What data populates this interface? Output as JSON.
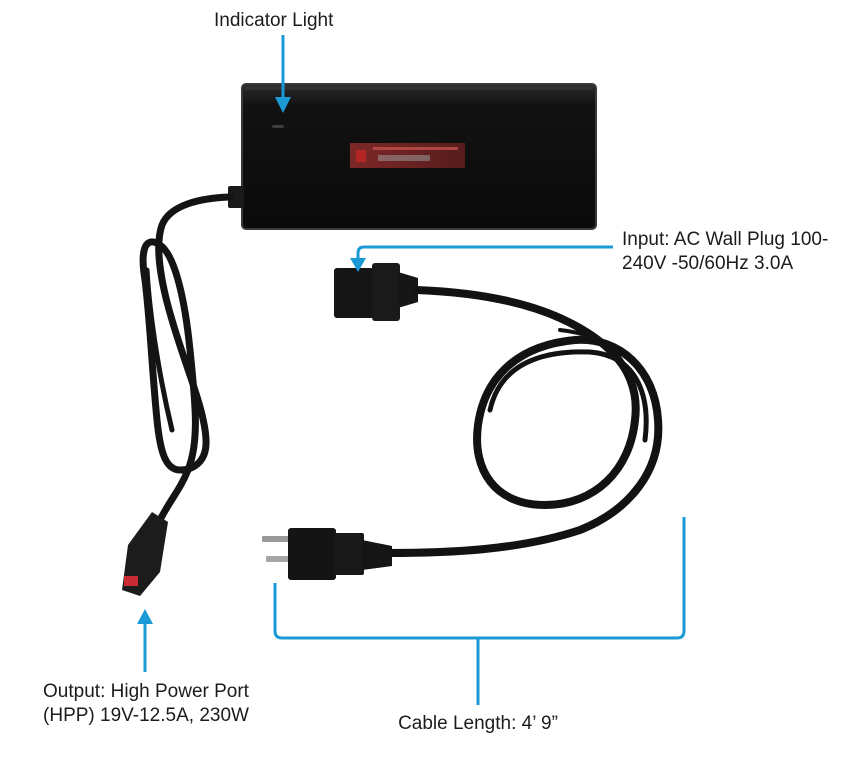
{
  "diagram": {
    "subject": "Power adapter with AC power cord",
    "accent_color": "#1b9ad6",
    "callouts": {
      "indicator": {
        "label": "Indicator Light"
      },
      "input": {
        "line1": "Input: AC Wall Plug 100-",
        "line2": "240V -50/60Hz 3.0A"
      },
      "output": {
        "line1": "Output: High Power Port",
        "line2": "(HPP) 19V-12.5A, 230W"
      },
      "cable": {
        "label": "Cable Length: 4’ 9”"
      }
    }
  }
}
